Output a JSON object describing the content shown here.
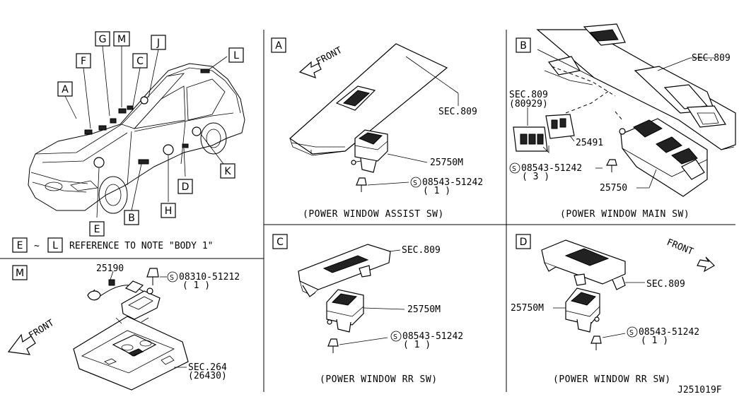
{
  "overview": {
    "callouts": [
      "A",
      "B",
      "C",
      "D",
      "E",
      "F",
      "G",
      "H",
      "J",
      "K",
      "L",
      "M"
    ],
    "note": {
      "from": "E",
      "tilde": "~",
      "to": "L",
      "text": "REFERENCE TO NOTE \"BODY 1\""
    }
  },
  "panel_a": {
    "letter": "A",
    "front": "FRONT",
    "sec": "SEC.809",
    "part": "25750M",
    "screw": "08543-51242",
    "screw_qty": "( 1 )",
    "s_mark": "S",
    "caption": "(POWER WINDOW ASSIST SW)"
  },
  "panel_b": {
    "letter": "B",
    "sec_top": "SEC.809",
    "sec_side": "SEC.809",
    "sec_side_sub": "(80929)",
    "part_small": "25491",
    "screw": "08543-51242",
    "screw_qty": "( 3 )",
    "s_mark": "S",
    "part_main": "25750",
    "caption": "(POWER WINDOW MAIN SW)"
  },
  "panel_c": {
    "letter": "C",
    "sec": "SEC.809",
    "part": "25750M",
    "screw": "08543-51242",
    "screw_qty": "( 1 )",
    "s_mark": "S",
    "caption": "(POWER WINDOW RR SW)"
  },
  "panel_d": {
    "letter": "D",
    "front": "FRONT",
    "sec": "SEC.809",
    "part": "25750M",
    "screw": "08543-51242",
    "screw_qty": "( 1 )",
    "s_mark": "S",
    "caption": "(POWER WINDOW RR SW)"
  },
  "panel_m": {
    "letter": "M",
    "part": "25190",
    "screw": "08310-51212",
    "screw_qty": "( 1 )",
    "s_mark": "S",
    "front": "FRONT",
    "sec": "SEC.264",
    "sec_sub": "(26430)"
  },
  "diagram_id": "J251019F"
}
